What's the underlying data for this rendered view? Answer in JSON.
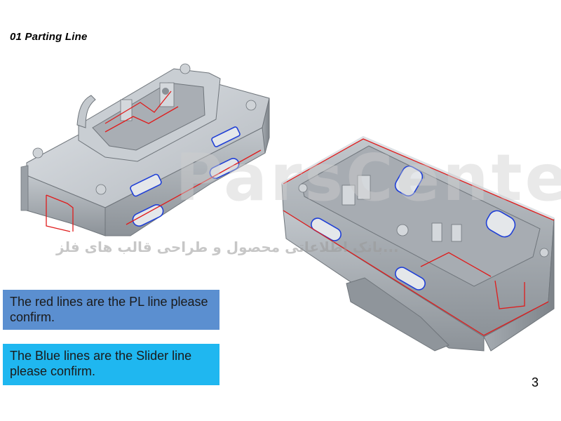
{
  "slide": {
    "title": "01  Parting Line",
    "page_number": "3"
  },
  "notes": {
    "pl_line": "The red lines are the PL line please confirm.",
    "slider_line": "The Blue lines are the Slider line please confirm."
  },
  "watermark": {
    "latin": "ParsCenter",
    "persian": "...بانک اطلاعاتی محصول و طراحی قالب های فلز"
  },
  "colors": {
    "pl_line": "#e01c1c",
    "slider_line": "#1f3fd6",
    "note_pl_bg": "#5b8fd0",
    "note_slider_bg": "#1fb7f0",
    "part_body": "#b9bec4",
    "part_shadow": "#8a9096",
    "part_highlight": "#dde1e5"
  },
  "icons": [
    "part-render-left",
    "part-render-right"
  ]
}
